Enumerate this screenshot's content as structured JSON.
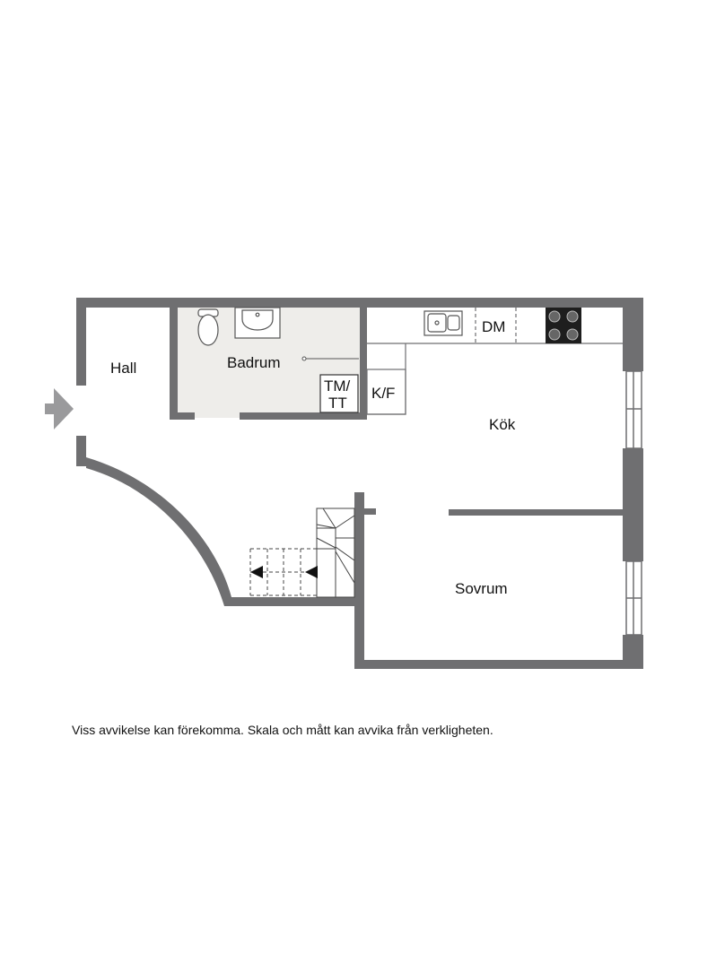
{
  "floorplan": {
    "rooms": {
      "hall": "Hall",
      "badrum": "Badrum",
      "kok": "Kök",
      "sovrum": "Sovrum"
    },
    "fixtures": {
      "washer_dryer_line1": "TM/",
      "washer_dryer_line2": "TT",
      "fridge_freezer": "K/F",
      "dishwasher": "DM"
    },
    "colors": {
      "wall": "#6f6f71",
      "bathroom_floor": "#eeedea",
      "background": "#ffffff"
    }
  },
  "disclaimer": "Viss avvikelse kan förekomma. Skala och mått kan avvika från verkligheten."
}
